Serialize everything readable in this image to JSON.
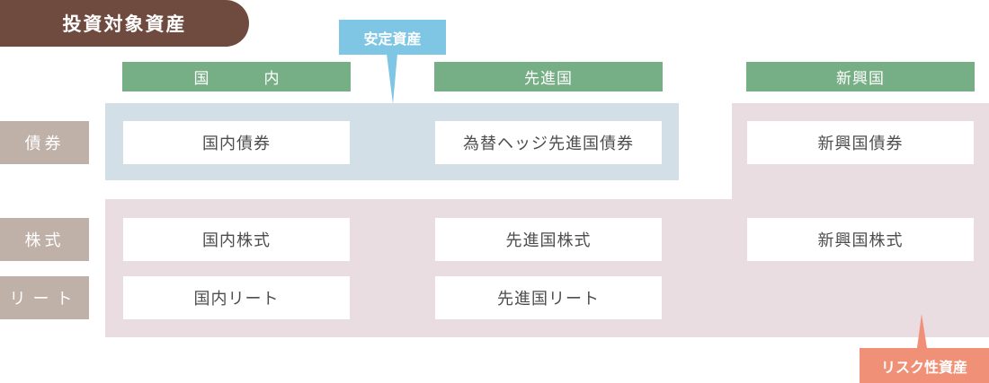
{
  "title": "投資対象資産",
  "callouts": {
    "stable": "安定資産",
    "risk": "リスク性資産"
  },
  "columns": [
    "国　内",
    "先進国",
    "新興国"
  ],
  "rows": [
    "債券",
    "株式",
    "リート"
  ],
  "cells": [
    [
      "国内債券",
      "為替ヘッジ先進国債券",
      "新興国債券"
    ],
    [
      "国内株式",
      "先進国株式",
      "新興国株式"
    ],
    [
      "国内リート",
      "先進国リート",
      ""
    ]
  ],
  "colors": {
    "title_bg": "#6e4a3f",
    "column_header_bg": "#76ae86",
    "row_header_bg": "#bfb0a8",
    "stable_region_bg": "#d2dfe6",
    "risk_region_bg": "#eadde2",
    "stable_callout_bg": "#7ec6e4",
    "risk_callout_bg": "#ef9077"
  }
}
